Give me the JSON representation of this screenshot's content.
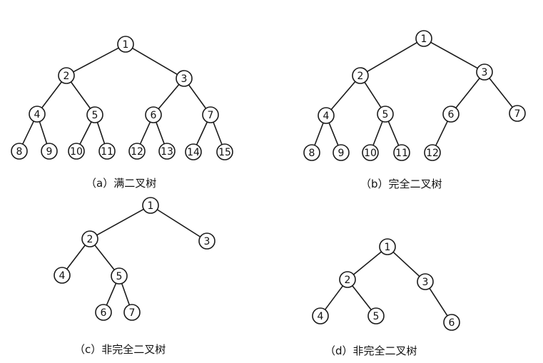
{
  "trees": [
    {
      "id": "a",
      "caption": "（a）满二叉树",
      "nodes": [
        {
          "id": "1",
          "label": "1"
        },
        {
          "id": "2",
          "label": "2"
        },
        {
          "id": "3",
          "label": "3"
        },
        {
          "id": "4",
          "label": "4"
        },
        {
          "id": "5",
          "label": "5"
        },
        {
          "id": "6",
          "label": "6"
        },
        {
          "id": "7",
          "label": "7"
        },
        {
          "id": "8",
          "label": "8"
        },
        {
          "id": "9",
          "label": "9"
        },
        {
          "id": "10",
          "label": "10"
        },
        {
          "id": "11",
          "label": "11"
        },
        {
          "id": "12",
          "label": "12"
        },
        {
          "id": "13",
          "label": "13"
        },
        {
          "id": "14",
          "label": "14"
        },
        {
          "id": "15",
          "label": "15"
        }
      ],
      "edges": [
        [
          "1",
          "2"
        ],
        [
          "1",
          "3"
        ],
        [
          "2",
          "4"
        ],
        [
          "2",
          "5"
        ],
        [
          "3",
          "6"
        ],
        [
          "3",
          "7"
        ],
        [
          "4",
          "8"
        ],
        [
          "4",
          "9"
        ],
        [
          "5",
          "10"
        ],
        [
          "5",
          "11"
        ],
        [
          "6",
          "12"
        ],
        [
          "6",
          "13"
        ],
        [
          "7",
          "14"
        ],
        [
          "7",
          "15"
        ]
      ]
    },
    {
      "id": "b",
      "caption": "（b）完全二叉树",
      "nodes": [
        {
          "id": "1",
          "label": "1"
        },
        {
          "id": "2",
          "label": "2"
        },
        {
          "id": "3",
          "label": "3"
        },
        {
          "id": "4",
          "label": "4"
        },
        {
          "id": "5",
          "label": "5"
        },
        {
          "id": "6",
          "label": "6"
        },
        {
          "id": "7",
          "label": "7"
        },
        {
          "id": "8",
          "label": "8"
        },
        {
          "id": "9",
          "label": "9"
        },
        {
          "id": "10",
          "label": "10"
        },
        {
          "id": "11",
          "label": "11"
        },
        {
          "id": "12",
          "label": "12"
        }
      ],
      "edges": [
        [
          "1",
          "2"
        ],
        [
          "1",
          "3"
        ],
        [
          "2",
          "4"
        ],
        [
          "2",
          "5"
        ],
        [
          "3",
          "6"
        ],
        [
          "3",
          "7"
        ],
        [
          "4",
          "8"
        ],
        [
          "4",
          "9"
        ],
        [
          "5",
          "10"
        ],
        [
          "5",
          "11"
        ],
        [
          "6",
          "12"
        ]
      ]
    },
    {
      "id": "c",
      "caption": "（c）非完全二叉树",
      "nodes": [
        {
          "id": "1",
          "label": "1"
        },
        {
          "id": "2",
          "label": "2"
        },
        {
          "id": "3",
          "label": "3"
        },
        {
          "id": "4",
          "label": "4"
        },
        {
          "id": "5",
          "label": "5"
        },
        {
          "id": "6",
          "label": "6"
        },
        {
          "id": "7",
          "label": "7"
        }
      ],
      "edges": [
        [
          "1",
          "2"
        ],
        [
          "1",
          "3"
        ],
        [
          "2",
          "4"
        ],
        [
          "2",
          "5"
        ],
        [
          "5",
          "6"
        ],
        [
          "5",
          "7"
        ]
      ]
    },
    {
      "id": "d",
      "caption": "（d）非完全二叉树",
      "nodes": [
        {
          "id": "1",
          "label": "1"
        },
        {
          "id": "2",
          "label": "2"
        },
        {
          "id": "3",
          "label": "3"
        },
        {
          "id": "4",
          "label": "4"
        },
        {
          "id": "5",
          "label": "5"
        },
        {
          "id": "6",
          "label": "6"
        }
      ],
      "edges": [
        [
          "1",
          "2"
        ],
        [
          "1",
          "3"
        ],
        [
          "2",
          "4"
        ],
        [
          "2",
          "5"
        ],
        [
          "3",
          "6"
        ]
      ]
    }
  ]
}
